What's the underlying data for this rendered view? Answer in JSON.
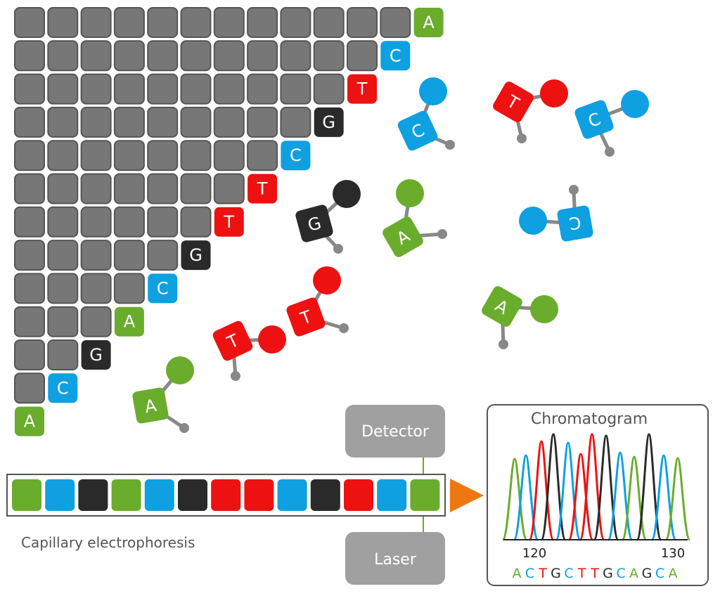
{
  "colors": {
    "A": "#6aac2c",
    "C": "#0ea0e0",
    "G": "#2a2a2a",
    "T": "#ee1111",
    "block": "#777777",
    "block_border": "#555555",
    "stick": "#888888",
    "arrow": "#ee7711",
    "box": "#a0a0a0",
    "panel_border": "#555555"
  },
  "ladder": {
    "terminal_bases": [
      "A",
      "C",
      "T",
      "G",
      "C",
      "T",
      "T",
      "G",
      "C",
      "A",
      "G",
      "C",
      "A"
    ]
  },
  "floating_nucleotides": [
    {
      "base": "C"
    },
    {
      "base": "T"
    },
    {
      "base": "C"
    },
    {
      "base": "G"
    },
    {
      "base": "A"
    },
    {
      "base": "C"
    },
    {
      "base": "T"
    },
    {
      "base": "A"
    },
    {
      "base": "T"
    },
    {
      "base": "A"
    }
  ],
  "capillary": {
    "label": "Capillary electrophoresis",
    "bands": [
      "A",
      "C",
      "G",
      "A",
      "C",
      "G",
      "T",
      "T",
      "C",
      "G",
      "T",
      "C",
      "A"
    ]
  },
  "detector": {
    "label": "Detector"
  },
  "laser": {
    "label": "Laser"
  },
  "chromatogram": {
    "title": "Chromatogram",
    "tick_labels": [
      "120",
      "130"
    ],
    "sequence": [
      "A",
      "C",
      "T",
      "G",
      "C",
      "T",
      "T",
      "G",
      "C",
      "A",
      "G",
      "C",
      "A"
    ]
  }
}
